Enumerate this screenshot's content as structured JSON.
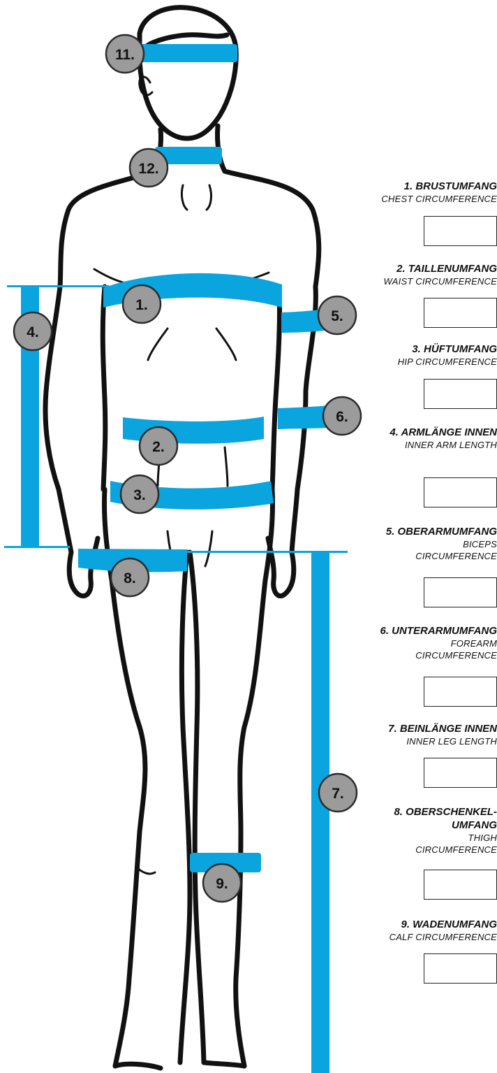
{
  "colors": {
    "band": "#0aa4de",
    "badge_fill": "#9b9b9b",
    "outline": "#111111"
  },
  "badges": [
    "11.",
    "12.",
    "1.",
    "2.",
    "3.",
    "4.",
    "5.",
    "6.",
    "7.",
    "8.",
    "9."
  ],
  "fields": [
    {
      "title": "1. BRUSTUMFANG",
      "subtitle": "CHEST CIRCUMFERENCE"
    },
    {
      "title": "2. TAILLENUMFANG",
      "subtitle": "WAIST CIRCUMFERENCE"
    },
    {
      "title": "3. HÜFTUMFANG",
      "subtitle": "HIP CIRCUMFERENCE"
    },
    {
      "title": "4. ARMLÄNGE INNEN",
      "subtitle": "INNER ARM LENGTH"
    },
    {
      "title": "5. OBERARMUMFANG",
      "subtitle": "BICEPS CIRCUMFERENCE"
    },
    {
      "title": "6. UNTERARMUMFANG",
      "subtitle": "FOREARM CIRCUMFERENCE"
    },
    {
      "title": "7. BEINLÄNGE INNEN",
      "subtitle": "INNER LEG LENGTH"
    },
    {
      "title": "8. OBERSCHENKEL-UMFANG",
      "subtitle": "THIGH CIRCUMFERENCE"
    },
    {
      "title": "9. WADENUMFANG",
      "subtitle": "CALF CIRCUMFERENCE"
    }
  ]
}
